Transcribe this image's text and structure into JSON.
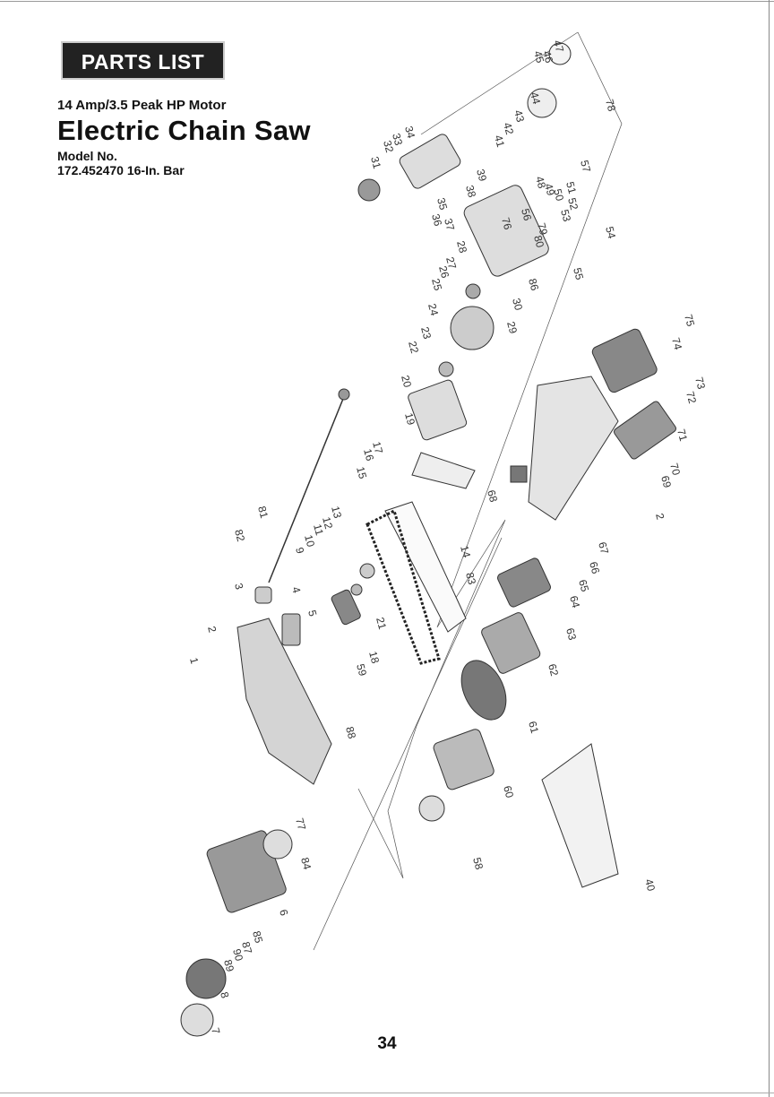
{
  "header": {
    "banner": "PARTS LIST",
    "subtitle": "14 Amp/3.5 Peak HP Motor",
    "title": "Electric Chain Saw",
    "model_label": "Model No.",
    "model_number": "172.452470  16-In. Bar"
  },
  "page_number": "34",
  "callouts": [
    "1",
    "2",
    "3",
    "4",
    "5",
    "6",
    "7",
    "8",
    "9",
    "10",
    "11",
    "12",
    "13",
    "14",
    "15",
    "16",
    "17",
    "18",
    "19",
    "20",
    "21",
    "22",
    "23",
    "24",
    "25",
    "26",
    "27",
    "28",
    "29",
    "30",
    "31",
    "32",
    "33",
    "34",
    "35",
    "36",
    "37",
    "38",
    "39",
    "40",
    "41",
    "42",
    "43",
    "44",
    "45",
    "46",
    "47",
    "48",
    "49",
    "50",
    "51",
    "52",
    "53",
    "54",
    "55",
    "56",
    "57",
    "58",
    "59",
    "60",
    "61",
    "62",
    "63",
    "64",
    "65",
    "66",
    "67",
    "68",
    "69",
    "70",
    "71",
    "72",
    "73",
    "74",
    "75",
    "76",
    "77",
    "78",
    "79",
    "80",
    "81",
    "82",
    "83",
    "84",
    "85",
    "86",
    "87",
    "88",
    "89",
    "90"
  ]
}
